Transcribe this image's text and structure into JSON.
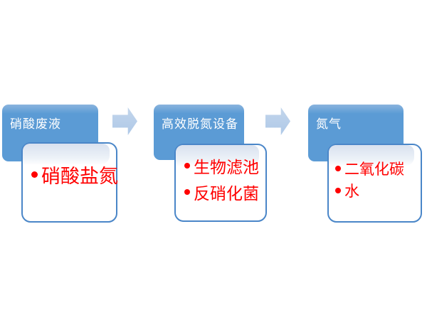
{
  "diagram": {
    "type": "process-flow",
    "background": "#ffffff",
    "colors": {
      "stage_box_fill": "#5b9bd5",
      "stage_box_text": "#ffffff",
      "arrow_fill": "#b4cce9",
      "card_border": "#4a86c8",
      "card_fill": "#ffffff",
      "card_highlight": "#d8e1ef",
      "bullet_text": "#ff0000"
    },
    "steps": [
      {
        "title": "硝酸废液",
        "bullets": [
          "硝酸盐氮"
        ]
      },
      {
        "title": "高效脱氮设备",
        "bullets": [
          "生物滤池",
          "反硝化菌"
        ]
      },
      {
        "title": "氮气",
        "bullets": [
          "二氧化碳",
          "水"
        ]
      }
    ],
    "arrows": [
      {
        "icon": "right-arrow",
        "between": [
          0,
          1
        ]
      },
      {
        "icon": "right-arrow",
        "between": [
          1,
          2
        ]
      }
    ]
  }
}
